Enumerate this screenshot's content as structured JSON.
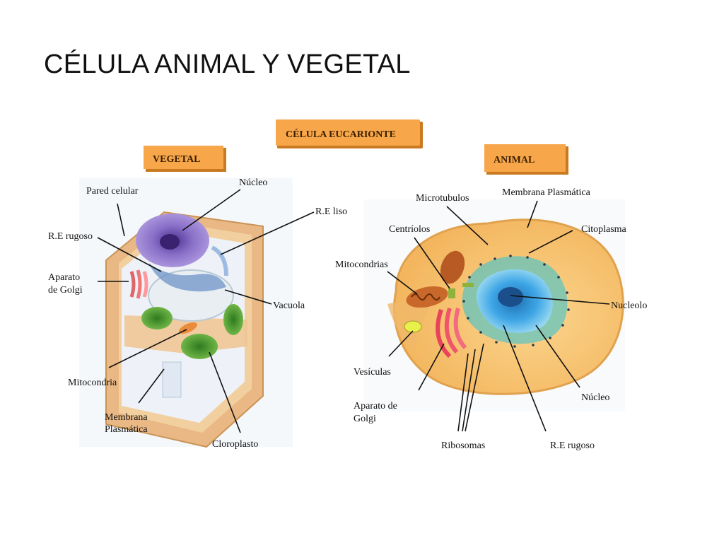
{
  "title": "CÉLULA ANIMAL Y VEGETAL",
  "header_box": "CÉLULA EUCARIONTE",
  "plant": {
    "tag": "VEGETAL",
    "labels": {
      "pared_celular": "Pared celular",
      "nucleo": "Núcleo",
      "re_liso": "R.E liso",
      "re_rugoso": "R.E rugoso",
      "golgi_1": "Aparato",
      "golgi_2": "de Golgi",
      "vacuola": "Vacuola",
      "mitocondria": "Mitocondria",
      "membrana_1": "Membrana",
      "membrana_2": "Plasmática",
      "cloroplasto": "Cloroplasto"
    }
  },
  "animal": {
    "tag": "ANIMAL",
    "labels": {
      "microtubulos": "Microtubulos",
      "membrana": "Membrana Plasmática",
      "centriolos": "Centríolos",
      "citoplasma": "Citoplasma",
      "mitocondrias": "Mitocondrias",
      "nucleolo": "Nucleolo",
      "vesiculas": "Vesículas",
      "nucleo": "Núcleo",
      "golgi_1": "Aparato de",
      "golgi_2": "Golgi",
      "ribosomas": "Ribosomas",
      "re_rugoso": "R.E rugoso"
    }
  },
  "colors": {
    "tag_fill": "#f7a64a",
    "cell_wall": "#e9b884",
    "cytoplasm": "#f6c67a",
    "nucleus_blue": "#2f8fd6",
    "golgi_red": "#e8435a",
    "chloroplast_green": "#4a9a2e",
    "plant_nucleus": "#8a6fc8"
  }
}
